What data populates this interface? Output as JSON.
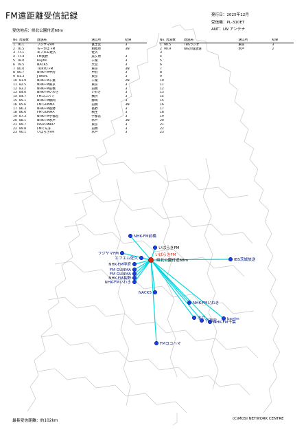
{
  "title": "FM遠距離受信記録",
  "issue_date": "発行日：2025年12月",
  "receiver": "受信機：PL-310ET",
  "antenna": "ANT：LW アンテナ",
  "rx_point": "受信地点：県北公園付近68m",
  "log_headers": {
    "no": "No. 周波数",
    "station": "放送局",
    "location": "送信所",
    "result": "結果"
  },
  "log_left": [
    {
      "no": "1",
      "freq": "76.1",
      "station": "フジヤマFM",
      "location": "富士宮",
      "result": "3"
    },
    {
      "no": "2",
      "freq": "76.5",
      "station": "ちーかば FM",
      "location": "相模原",
      "result": "3N"
    },
    {
      "no": "3",
      "freq": "77.1",
      "station": "エフエム佐久",
      "location": "佐久",
      "result": ""
    },
    {
      "no": "4",
      "freq": "77.4",
      "station": "FM長野",
      "location": "美ヶ原",
      "result": "3"
    },
    {
      "no": "5",
      "freq": "78.0",
      "station": "bayfm",
      "location": "千葉",
      "result": "3"
    },
    {
      "no": "6",
      "freq": "79.5",
      "station": "NACK5",
      "location": "大宮",
      "result": "3"
    },
    {
      "no": "7",
      "freq": "80.0",
      "station": "TOKYO FM",
      "location": "東京",
      "result": "3N"
    },
    {
      "no": "8",
      "freq": "80.7",
      "station": "NHK-FM甲府",
      "location": "甲府",
      "result": "3"
    },
    {
      "no": "9",
      "freq": "81.3",
      "station": "J-WAVE",
      "location": "東京",
      "result": "3"
    },
    {
      "no": "10",
      "freq": "81.9",
      "station": "NHK-FM千葉",
      "location": "千葉",
      "result": "2N"
    },
    {
      "no": "11",
      "freq": "82.5",
      "station": "NHK-FM東京",
      "location": "東京",
      "result": "3"
    },
    {
      "no": "12",
      "freq": "83.2",
      "station": "NHK-FM前橋",
      "location": "前橋",
      "result": "3"
    },
    {
      "no": "13",
      "freq": "84.0",
      "station": "NHK-FMいわき",
      "location": "いわき",
      "result": "3"
    },
    {
      "no": "14",
      "freq": "84.7",
      "station": "FMヨコハマ",
      "location": "横浜",
      "result": "3"
    },
    {
      "no": "15",
      "freq": "85.1",
      "station": "NHK-FM静岡",
      "location": "静岡",
      "result": "3"
    },
    {
      "no": "16",
      "freq": "85.6",
      "station": "FM GUNMA",
      "location": "前橋",
      "result": "3N"
    },
    {
      "no": "17",
      "freq": "86.3",
      "station": "NHK-FM長野",
      "location": "長野",
      "result": "3"
    },
    {
      "no": "18",
      "freq": "86.6",
      "station": "FM GUNMA",
      "location": "桐生",
      "result": "3"
    },
    {
      "no": "19",
      "freq": "87.3",
      "station": "NHK-FM宇都宮",
      "location": "宇都宮",
      "result": "3"
    },
    {
      "no": "20",
      "freq": "88.1",
      "station": "NHK-FM水戸",
      "location": "水戸",
      "result": "3N"
    },
    {
      "no": "21",
      "freq": "89.7",
      "station": "InterFM897",
      "location": "東京",
      "result": "3"
    },
    {
      "no": "22",
      "freq": "89.8",
      "station": "FMぐんま",
      "location": "前橋",
      "result": "3"
    },
    {
      "no": "23",
      "freq": "90.1",
      "station": "いばらきFM",
      "location": "水戸",
      "result": "3"
    }
  ],
  "log_right": [
    {
      "no": "1",
      "freq": "90.5",
      "station": "TBSラジオ",
      "location": "東京",
      "result": "3"
    },
    {
      "no": "2",
      "freq": "90.9",
      "station": "IBS茨城放送",
      "location": "水戸",
      "result": "2"
    },
    {
      "no": "3",
      "freq": "",
      "station": "",
      "location": "",
      "result": ""
    },
    {
      "no": "4",
      "freq": "",
      "station": "",
      "location": "",
      "result": ""
    },
    {
      "no": "5",
      "freq": "",
      "station": "",
      "location": "",
      "result": ""
    },
    {
      "no": "6",
      "freq": "",
      "station": "",
      "location": "",
      "result": ""
    },
    {
      "no": "7",
      "freq": "",
      "station": "",
      "location": "",
      "result": ""
    },
    {
      "no": "8",
      "freq": "",
      "station": "",
      "location": "",
      "result": ""
    },
    {
      "no": "9",
      "freq": "",
      "station": "",
      "location": "",
      "result": ""
    },
    {
      "no": "10",
      "freq": "",
      "station": "",
      "location": "",
      "result": ""
    },
    {
      "no": "11",
      "freq": "",
      "station": "",
      "location": "",
      "result": ""
    },
    {
      "no": "12",
      "freq": "",
      "station": "",
      "location": "",
      "result": ""
    },
    {
      "no": "13",
      "freq": "",
      "station": "",
      "location": "",
      "result": ""
    },
    {
      "no": "14",
      "freq": "",
      "station": "",
      "location": "",
      "result": ""
    },
    {
      "no": "15",
      "freq": "",
      "station": "",
      "location": "",
      "result": ""
    },
    {
      "no": "16",
      "freq": "",
      "station": "",
      "location": "",
      "result": ""
    },
    {
      "no": "17",
      "freq": "",
      "station": "",
      "location": "",
      "result": ""
    },
    {
      "no": "18",
      "freq": "",
      "station": "",
      "location": "",
      "result": ""
    },
    {
      "no": "19",
      "freq": "",
      "station": "",
      "location": "",
      "result": ""
    },
    {
      "no": "20",
      "freq": "",
      "station": "",
      "location": "",
      "result": ""
    },
    {
      "no": "21",
      "freq": "",
      "station": "",
      "location": "",
      "result": ""
    },
    {
      "no": "22",
      "freq": "",
      "station": "",
      "location": "",
      "result": ""
    },
    {
      "no": "23",
      "freq": "",
      "station": "",
      "location": "",
      "result": ""
    }
  ],
  "map": {
    "home_label": "県北公園付近68m",
    "home_sublabel": "いばらきFM",
    "stations": [
      {
        "label": "NHK-FM前橋"
      },
      {
        "label": "いばらきFM"
      },
      {
        "label": "フジヤマFM"
      },
      {
        "label": "エフエム佐久"
      },
      {
        "label": "IBS茨城放送"
      },
      {
        "label": "NHK-FM甲府"
      },
      {
        "label": "FM GUNMA"
      },
      {
        "label": "FM GUNMA"
      },
      {
        "label": "NHK-FM長野"
      },
      {
        "label": "NHK-FMいわき"
      },
      {
        "label": "NACK5"
      },
      {
        "label": "NHK-FMいわき"
      },
      {
        "label": "水戸"
      },
      {
        "label": "宇都宮"
      },
      {
        "label": "bayfm"
      },
      {
        "label": "NHK-FM千葉"
      },
      {
        "label": "FMヨコハマ"
      }
    ]
  },
  "colors": {
    "line": "#00d8e0",
    "marker": "#1a3fe0",
    "home": "#e02010"
  },
  "footer_left": "最長受信距離：約102km",
  "footer_right": "(C)MOSI NETWORK CENTRE"
}
